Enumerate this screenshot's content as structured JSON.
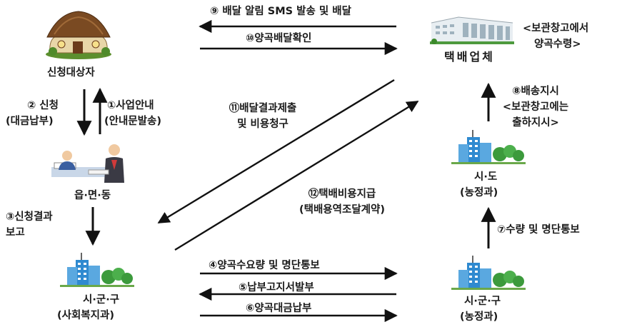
{
  "nodes": {
    "applicant": "신청대상자",
    "town": "읍·면·동",
    "sigungu_welfare": {
      "name": "시·군·구",
      "dept": "(사회복지과)"
    },
    "sigungu_agri": {
      "name": "시·군·구",
      "dept": "(농정과)"
    },
    "sido": {
      "name": "시·도",
      "dept": "(농정과)"
    },
    "courier": {
      "name": "택배업체",
      "note_line1": "<보관창고에서",
      "note_line2": "양곡수령>"
    }
  },
  "steps": {
    "s1_line1": "①사업안내",
    "s1_line2": "(안내문발송)",
    "s2_line1": "② 신청",
    "s2_line2": "(대금납부)",
    "s3_line1": "③신청결과",
    "s3_line2": "보고",
    "s4": "④양곡수요량 및 명단통보",
    "s5": "⑤납부고지서발부",
    "s6": "⑥양곡대금납부",
    "s7": "⑦수량 및 명단통보",
    "s8_line1": "⑧배송지시",
    "s8_line2": "<보관창고에는",
    "s8_line3": "출하지시>",
    "s9": "⑨ 배달 알림 SMS 발송 및 배달",
    "s10": "⑩양곡배달확인",
    "s11_line1": "⑪배달결과제출",
    "s11_line2": "및 비용청구",
    "s12_line1": "⑫택배비용지급",
    "s12_line2": "(택배용역조달계약)"
  }
}
